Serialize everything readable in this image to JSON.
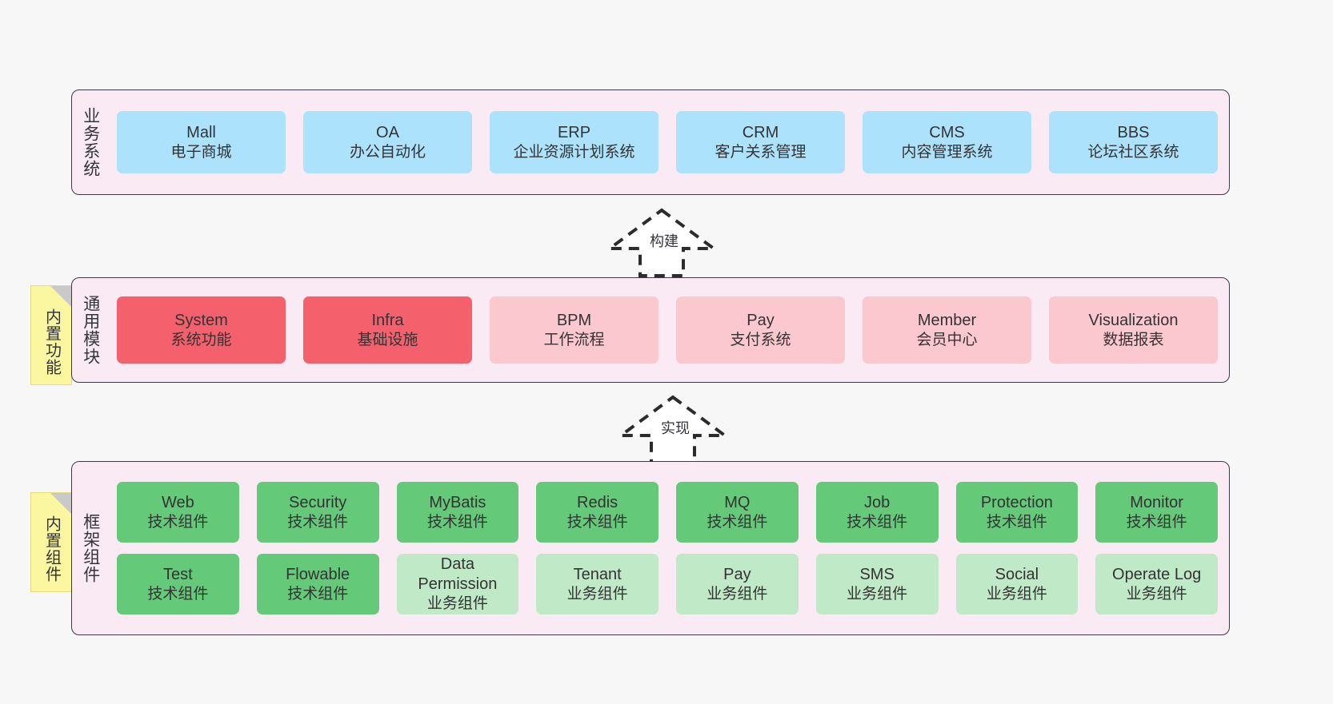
{
  "diagram": {
    "background": "#f7f7f7",
    "panel_fill": "#faeaf4",
    "panel_border": "#3b3b47",
    "colors": {
      "business": "#ace2fb",
      "module_core": "#f4606c",
      "module_optional": "#fbc8cf",
      "component_tech": "#64c978",
      "component_biz": "#c0e9c8",
      "sticky": "#fbf7a0"
    }
  },
  "layers": {
    "business": {
      "title": "业务系统",
      "nodes": [
        {
          "en": "Mall",
          "cn": "电子商城",
          "color": "c-blue"
        },
        {
          "en": "OA",
          "cn": "办公自动化",
          "color": "c-blue"
        },
        {
          "en": "ERP",
          "cn": "企业资源计划系统",
          "color": "c-blue"
        },
        {
          "en": "CRM",
          "cn": "客户关系管理",
          "color": "c-blue"
        },
        {
          "en": "CMS",
          "cn": "内容管理系统",
          "color": "c-blue"
        },
        {
          "en": "BBS",
          "cn": "论坛社区系统",
          "color": "c-blue"
        }
      ]
    },
    "modules": {
      "title": "通用模块",
      "sticky": "内置功能",
      "nodes": [
        {
          "en": "System",
          "cn": "系统功能",
          "color": "c-red"
        },
        {
          "en": "Infra",
          "cn": "基础设施",
          "color": "c-red"
        },
        {
          "en": "BPM",
          "cn": "工作流程",
          "color": "c-pink"
        },
        {
          "en": "Pay",
          "cn": "支付系统",
          "color": "c-pink"
        },
        {
          "en": "Member",
          "cn": "会员中心",
          "color": "c-pink"
        },
        {
          "en": "Visualization",
          "cn": "数据报表",
          "color": "c-pink"
        }
      ]
    },
    "framework": {
      "title": "框架组件",
      "sticky": "内置组件",
      "row1": [
        {
          "en": "Web",
          "cn": "技术组件",
          "color": "c-green"
        },
        {
          "en": "Security",
          "cn": "技术组件",
          "color": "c-green"
        },
        {
          "en": "MyBatis",
          "cn": "技术组件",
          "color": "c-green"
        },
        {
          "en": "Redis",
          "cn": "技术组件",
          "color": "c-green"
        },
        {
          "en": "MQ",
          "cn": "技术组件",
          "color": "c-green"
        },
        {
          "en": "Job",
          "cn": "技术组件",
          "color": "c-green"
        },
        {
          "en": "Protection",
          "cn": "技术组件",
          "color": "c-green"
        },
        {
          "en": "Monitor",
          "cn": "技术组件",
          "color": "c-green"
        }
      ],
      "row2": [
        {
          "en": "Test",
          "cn": "技术组件",
          "color": "c-green"
        },
        {
          "en": "Flowable",
          "cn": "技术组件",
          "color": "c-green"
        },
        {
          "en": "Data Permission",
          "cn": "业务组件",
          "color": "c-lightgreen"
        },
        {
          "en": "Tenant",
          "cn": "业务组件",
          "color": "c-lightgreen"
        },
        {
          "en": "Pay",
          "cn": "业务组件",
          "color": "c-lightgreen"
        },
        {
          "en": "SMS",
          "cn": "业务组件",
          "color": "c-lightgreen"
        },
        {
          "en": "Social",
          "cn": "业务组件",
          "color": "c-lightgreen"
        },
        {
          "en": "Operate Log",
          "cn": "业务组件",
          "color": "c-lightgreen"
        }
      ]
    }
  },
  "connectors": [
    {
      "label": "构建"
    },
    {
      "label": "实现"
    }
  ]
}
